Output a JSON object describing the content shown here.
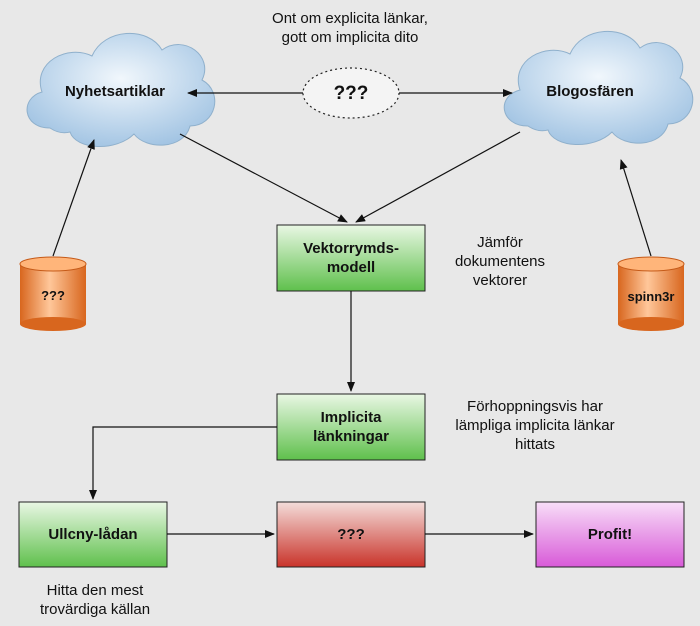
{
  "diagram": {
    "top_note": [
      "Ont om explicita länkar,",
      "gott om implicita dito"
    ],
    "cloud_left": "Nyhetsartiklar",
    "cloud_right": "Blogosfären",
    "middle_oval": "???",
    "db_left": "???",
    "db_right": "spinn3r",
    "box_vector": [
      "Vektorrymds-",
      "modell"
    ],
    "note_vector": [
      "Jämför",
      "dokumentens",
      "vektorer"
    ],
    "box_implicit": [
      "Implicita",
      "länkningar"
    ],
    "note_implicit": [
      "Förhoppningsvis har",
      "lämpliga implicita länkar",
      "hittats"
    ],
    "box_ullcny": "Ullcny-lådan",
    "note_ullcny": [
      "Hitta den mest",
      "trovärdiga källan"
    ],
    "box_unknown": "???",
    "box_profit": "Profit!"
  },
  "colors": {
    "background": "#e8e8e8",
    "cloud_fill": "#b9d4ea",
    "green_box": "#7fcf6a",
    "red_box": "#d9554a",
    "magenta_box": "#e47ae4",
    "cylinder": "#f08a3a"
  }
}
